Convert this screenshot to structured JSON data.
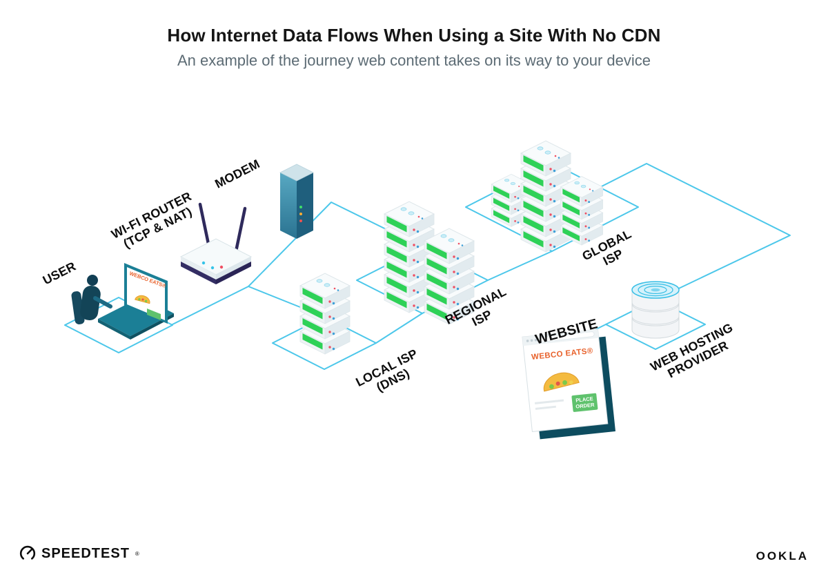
{
  "header": {
    "title": "How Internet Data Flows When Using a Site With No CDN",
    "subtitle": "An example of the journey web content takes on its way to your device"
  },
  "nodes": {
    "user": {
      "label": "USER"
    },
    "wifi_router": {
      "label": "WI-FI ROUTER",
      "sublabel": "(TCP & NAT)"
    },
    "modem": {
      "label": "MODEM"
    },
    "local_isp": {
      "label": "LOCAL ISP",
      "sublabel": "(DNS)"
    },
    "regional_isp": {
      "label": "REGIONAL",
      "sublabel": "ISP"
    },
    "global_isp": {
      "label": "GLOBAL",
      "sublabel": "ISP"
    },
    "website": {
      "label": "WEBSITE"
    },
    "web_hosting": {
      "label": "WEB HOSTING",
      "sublabel": "PROVIDER"
    }
  },
  "screens": {
    "brand": "WEBCO EATS®",
    "order_button_line1": "PLACE",
    "order_button_line2": "ORDER"
  },
  "footer": {
    "speedtest": "SPEEDTEST",
    "speedtest_mark": "®",
    "ookla": "OOKLA"
  },
  "icons": {
    "speedtest_logo": "gauge-circle-with-needle"
  },
  "colors": {
    "line": "#4cc7ea",
    "server_green": "#2ed157",
    "brand_orange": "#e8622c",
    "title": "#151515",
    "subtitle": "#5c6b74"
  }
}
